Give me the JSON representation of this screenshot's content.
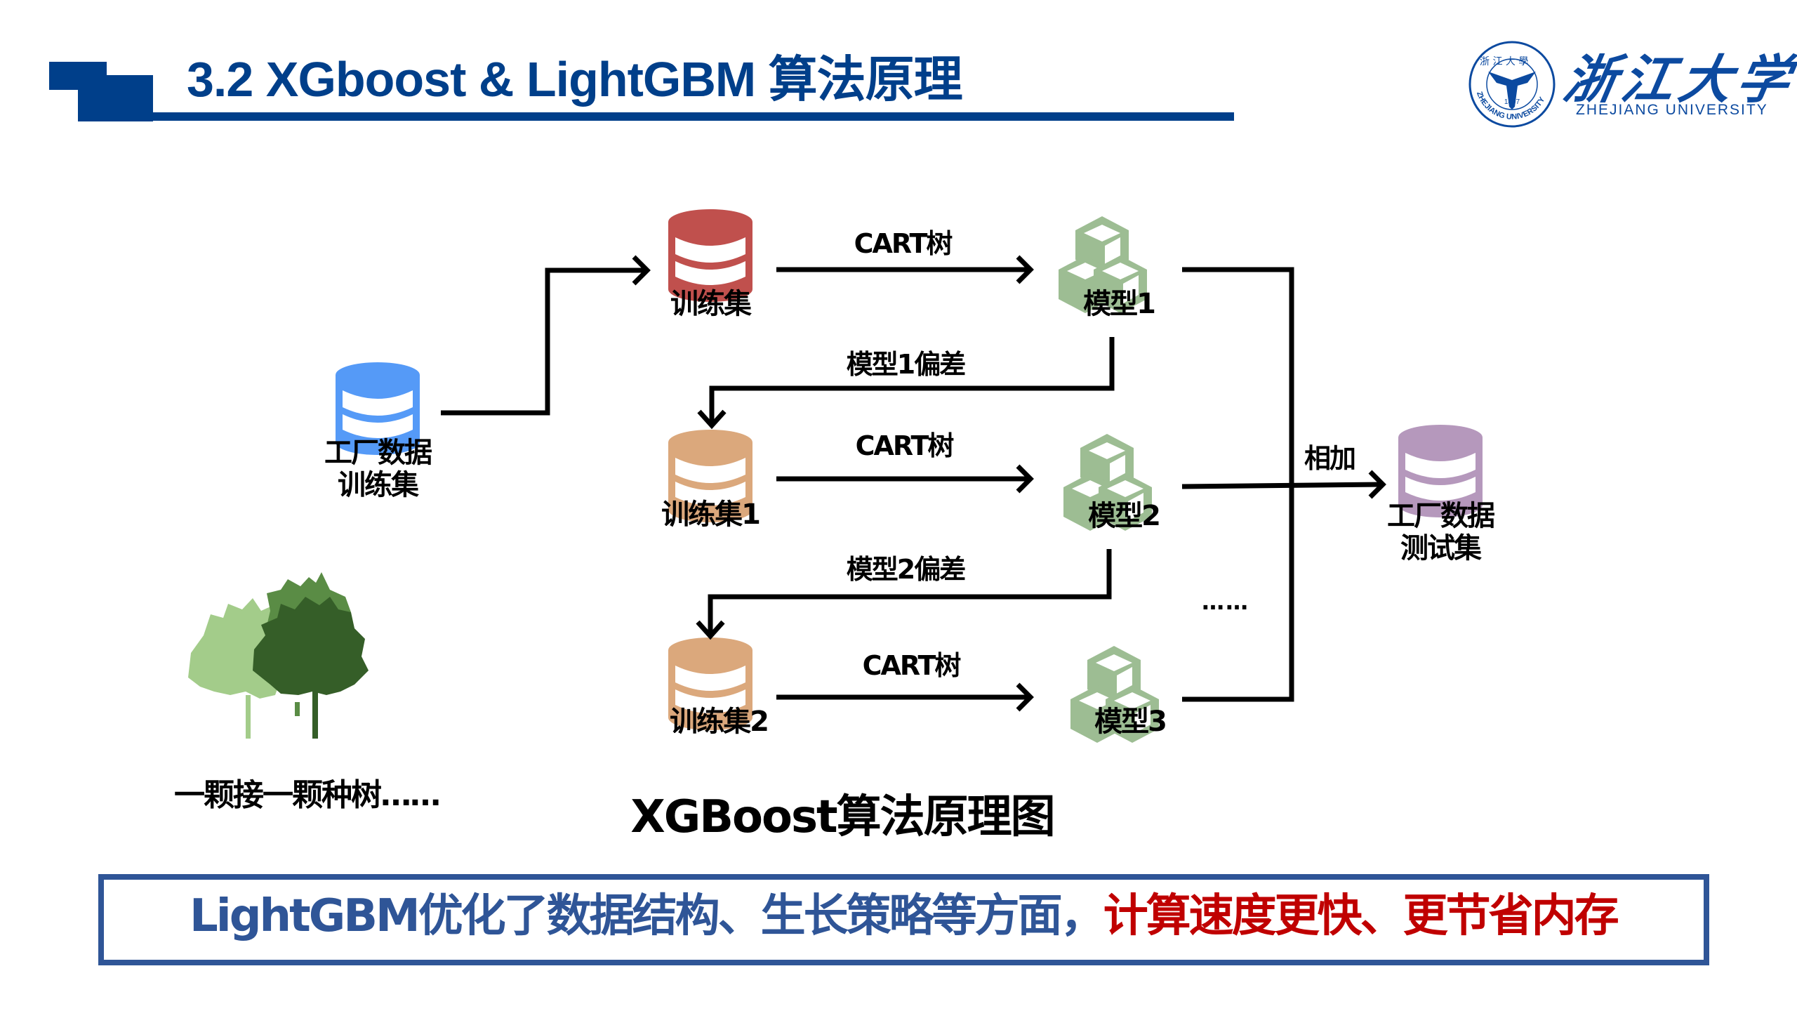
{
  "header": {
    "title": "3.2 XGboost & LightGBM 算法原理",
    "accent_color": "#003f8a"
  },
  "logo": {
    "name_cn": "浙江大学",
    "name_en": "ZHEJIANG UNIVERSITY",
    "seal_year": "1897",
    "seal_text": "ZHEJIANG UNIVERSITY",
    "icon": "university-seal-icon",
    "color": "#0c4aa0"
  },
  "diagram": {
    "caption": "XGBoost算法原理图",
    "nodes": {
      "factory_train": {
        "label_line1": "工厂数据",
        "label_line2": "训练集",
        "icon": "database-icon",
        "color": "#559af7"
      },
      "train_set": {
        "label": "训练集",
        "icon": "database-icon",
        "color": "#c0504d"
      },
      "train_set_1": {
        "label": "训练集1",
        "icon": "database-icon",
        "color": "#dba87c"
      },
      "train_set_2": {
        "label": "训练集2",
        "icon": "database-icon",
        "color": "#dba87c"
      },
      "model_1": {
        "label": "模型1",
        "icon": "cubes-icon",
        "color": "#9dbd93"
      },
      "model_2": {
        "label": "模型2",
        "icon": "cubes-icon",
        "color": "#9dbd93"
      },
      "model_3": {
        "label": "模型3",
        "icon": "cubes-icon",
        "color": "#9dbd93"
      },
      "factory_test": {
        "label_line1": "工厂数据",
        "label_line2": "测试集",
        "icon": "database-icon",
        "color": "#b598bc"
      }
    },
    "edges": {
      "cart_1": "CART树",
      "cart_2": "CART树",
      "cart_3": "CART树",
      "residual_1": "模型1偏差",
      "residual_2": "模型2偏差",
      "sum": "相加",
      "continuation": "……"
    },
    "trees": {
      "caption": "一颗接一颗种树……",
      "colors": [
        "#a3cc8a",
        "#5a8c45",
        "#355e28"
      ]
    }
  },
  "banner": {
    "icon": "chevron-right-icon",
    "text_blue": "LightGBM优化了数据结构、生长策略等方面，",
    "text_red": "计算速度更快、更节省内存",
    "border_color": "#2f5597",
    "highlight_color": "#c00000"
  }
}
